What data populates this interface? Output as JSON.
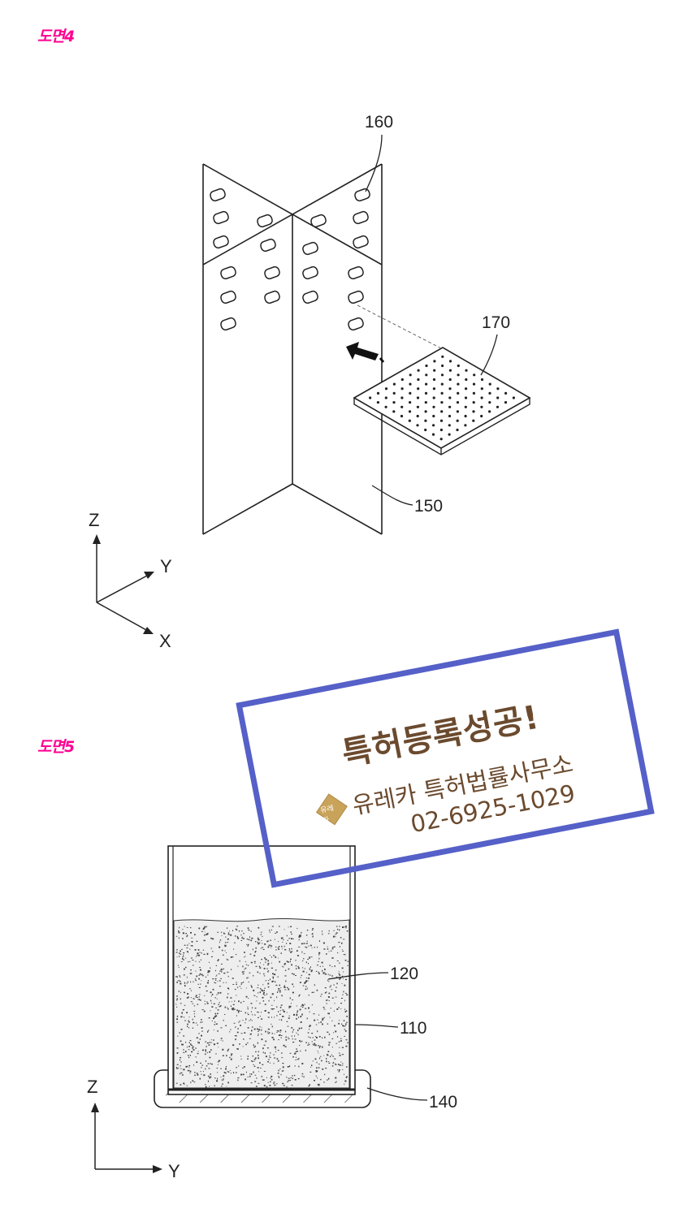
{
  "figure4": {
    "label": "도면4",
    "refs": {
      "r160": "160",
      "r170": "170",
      "r150": "150"
    },
    "axes": {
      "z": "Z",
      "y": "Y",
      "x": "X"
    }
  },
  "figure5": {
    "label": "도면5",
    "refs": {
      "r120": "120",
      "r110": "110",
      "r140": "140"
    },
    "axes": {
      "z": "Z",
      "y": "Y"
    }
  },
  "stamp": {
    "title": "특허등록성공!",
    "office": "유레카 특허법률사무소",
    "phone": "02-6925-1029",
    "logo_text": "유레카"
  },
  "colors": {
    "figure_label": "#ff0090",
    "line": "#222222",
    "stamp_border": "#5560c8",
    "stamp_text": "#6b4a2e",
    "logo": "#c9a35a"
  }
}
